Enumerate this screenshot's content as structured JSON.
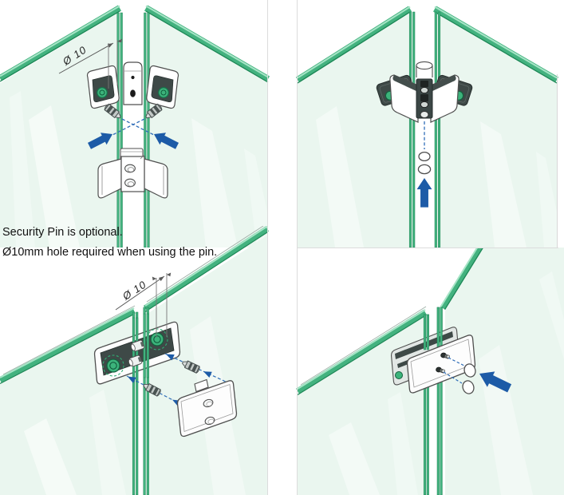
{
  "diagram": {
    "note": {
      "line1": "Security Pin is optional.",
      "line2": "Ø10mm hole required when using the pin."
    },
    "dimensions": {
      "corner_hole_label": "Ø 10",
      "inline_hole_label": "Ø 10"
    }
  },
  "colors": {
    "glass_tint": "#eaf6ef",
    "glass_edge_green": "#43b27f",
    "glass_edge_green_light": "#a6e4c6",
    "glass_edge_green_dark": "#1d8656",
    "gasket_dark": "#3e4947",
    "hole_green": "#3cb37b",
    "arrow_blue": "#1d5ba7",
    "dashed_blue": "#2f6db8",
    "line_art": "#4f4f4f",
    "crop_border_gray": "#dcdcdc"
  }
}
